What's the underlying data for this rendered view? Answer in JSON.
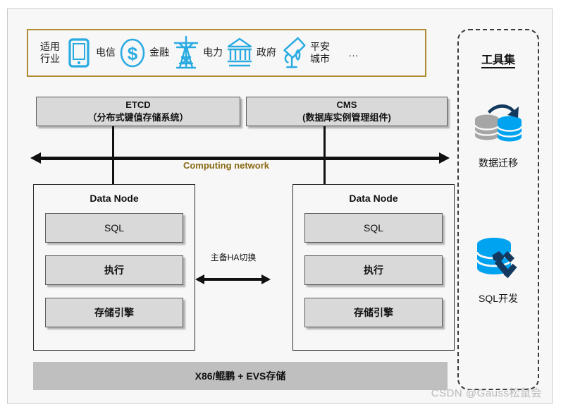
{
  "industries": {
    "label": "适用\n行业",
    "items": [
      {
        "icon": "tablet-icon",
        "text": "电信"
      },
      {
        "icon": "dollar-coin-icon",
        "text": "金融"
      },
      {
        "icon": "power-tower-icon",
        "text": "电力"
      },
      {
        "icon": "government-building-icon",
        "text": "政府"
      },
      {
        "icon": "security-camera-icon",
        "text": "平安\n城市"
      }
    ],
    "ellipsis": "…"
  },
  "top_components": [
    {
      "name": "etcd",
      "line1": "ETCD",
      "line2": "（分布式键值存储系统）"
    },
    {
      "name": "cms",
      "line1": "CMS",
      "line2": "(数据库实例管理组件)"
    }
  ],
  "bus": {
    "label": "Computing network",
    "color": "#8a6a14"
  },
  "data_nodes": [
    {
      "title": "Data Node",
      "items": [
        "SQL",
        "执行",
        "存储引擎"
      ]
    },
    {
      "title": "Data Node",
      "items": [
        "SQL",
        "执行",
        "存储引擎"
      ]
    }
  ],
  "ha": {
    "label": "主备HA切换"
  },
  "infra": {
    "label": "X86/鲲鹏 + EVS存储"
  },
  "toolset": {
    "title": "工具集",
    "entries": [
      {
        "icon": "data-migration-icon",
        "label": "数据迁移"
      },
      {
        "icon": "sql-development-icon",
        "label": "SQL开发"
      }
    ]
  },
  "watermark": "CSDN @Gauss松鼠会"
}
